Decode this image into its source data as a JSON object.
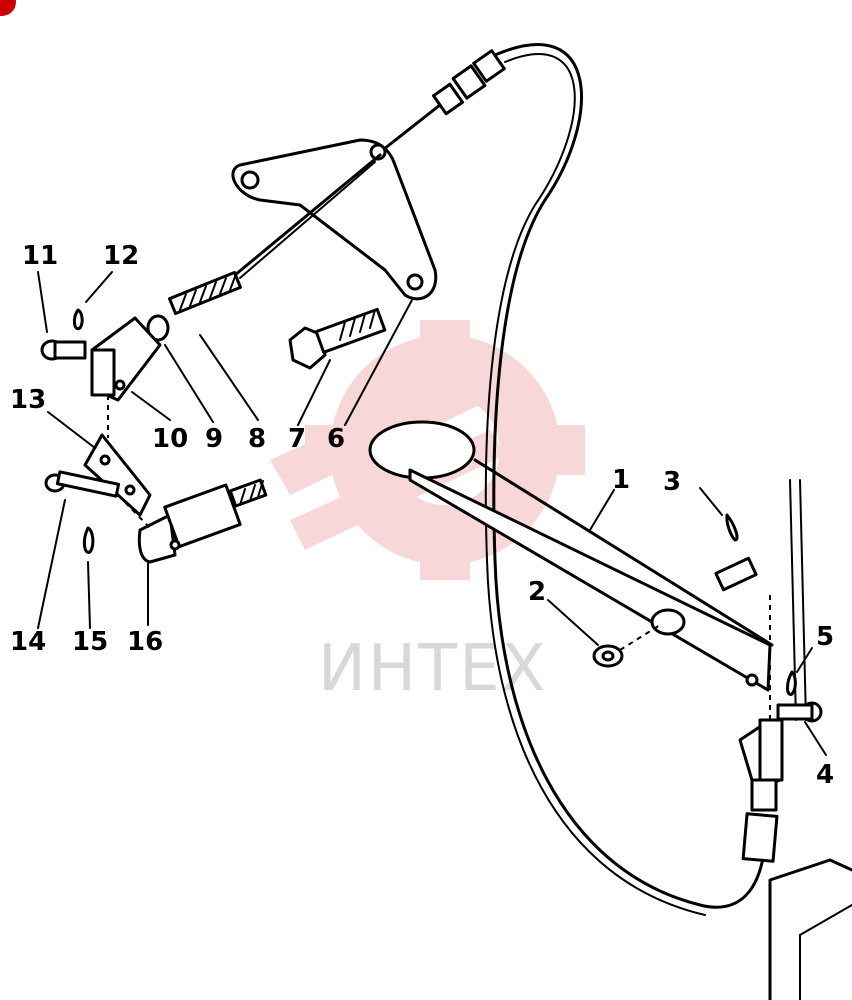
{
  "watermark": {
    "text": "ИНТЕХ",
    "color": "#f2b8b8"
  },
  "callouts": [
    "1",
    "2",
    "3",
    "4",
    "5",
    "6",
    "7",
    "8",
    "9",
    "10",
    "11",
    "12",
    "13",
    "14",
    "15",
    "16"
  ],
  "badge": {
    "color": "#cc0000"
  }
}
